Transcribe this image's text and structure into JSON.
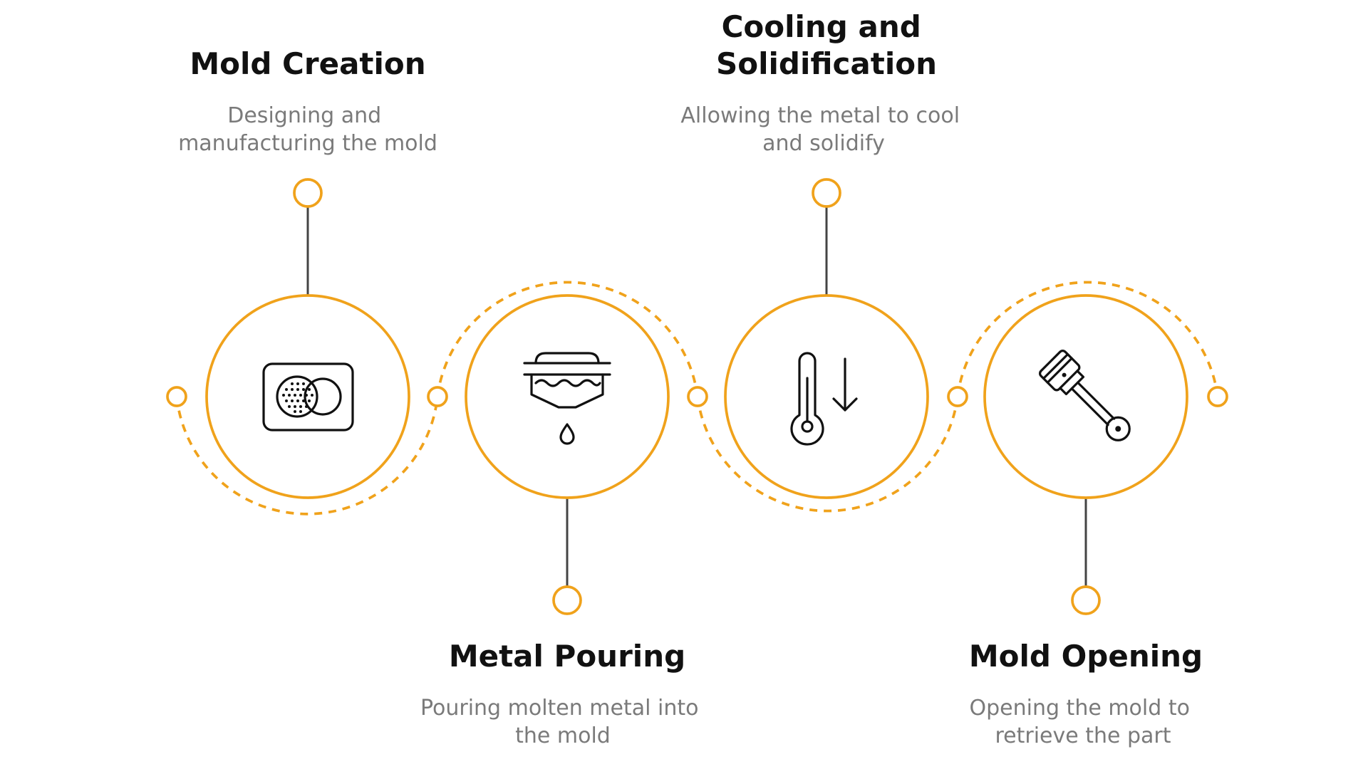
{
  "accent_color": "#f0a21b",
  "steps": [
    {
      "title_lines": [
        "Mold Creation"
      ],
      "desc_lines": [
        "Designing and",
        "manufacturing the mold"
      ],
      "icon": "mold-plate-icon"
    },
    {
      "title_lines": [
        "Metal Pouring"
      ],
      "desc_lines": [
        "Pouring molten metal into",
        "the mold"
      ],
      "icon": "pouring-ladle-icon"
    },
    {
      "title_lines": [
        "Cooling and",
        "Solidification"
      ],
      "desc_lines": [
        "Allowing the metal to cool",
        "and solidify"
      ],
      "icon": "thermometer-down-icon"
    },
    {
      "title_lines": [
        "Mold Opening"
      ],
      "desc_lines": [
        "Opening the mold to",
        "retrieve the part"
      ],
      "icon": "piston-icon"
    }
  ]
}
